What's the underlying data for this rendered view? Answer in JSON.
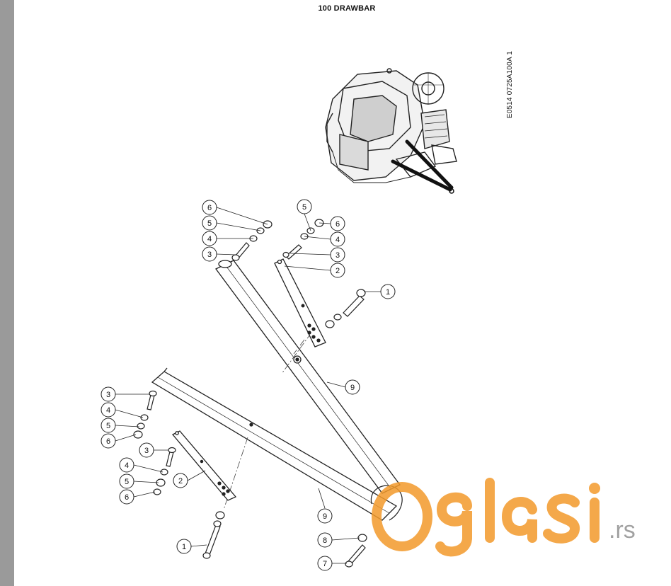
{
  "page": {
    "title": "100 DRAWBAR",
    "doc_code": "E0514 0725A100A 1"
  },
  "callouts": {
    "c1": "6",
    "c2": "5",
    "c3": "4",
    "c4": "3",
    "c5": "5",
    "c6": "6",
    "c7": "4",
    "c8": "3",
    "c9": "2",
    "c10": "1",
    "c11": "9",
    "c12": "3",
    "c13": "4",
    "c14": "5",
    "c15": "6",
    "c16": "3",
    "c17": "4",
    "c18": "5",
    "c19": "6",
    "c20": "2",
    "c21": "9",
    "c22": "8",
    "c23": "7",
    "c24": "1"
  },
  "watermark": {
    "brand": "Oglasi",
    "tld": ".rs",
    "color_orange": "#f39a2b"
  }
}
